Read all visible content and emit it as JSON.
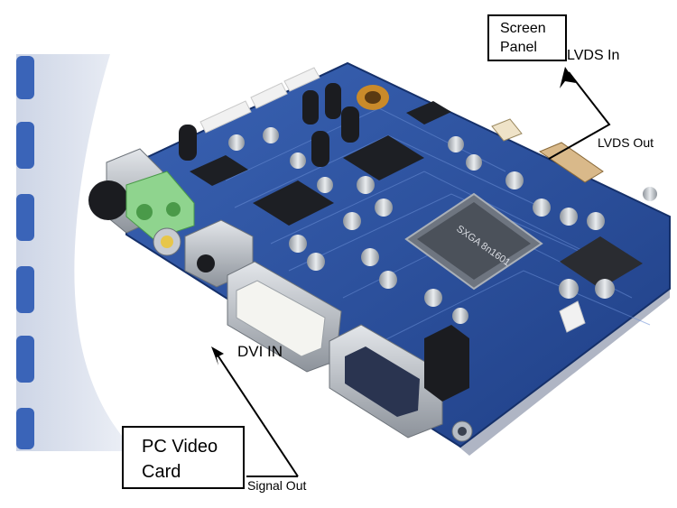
{
  "labels": {
    "screen_panel_line1": "Screen",
    "screen_panel_line2": "Panel",
    "lvds_in": "LVDS In",
    "lvds_out": "LVDS Out",
    "dvi_in": "DVI IN",
    "pc_video_card_line1": "PC Video",
    "pc_video_card_line2": "Card",
    "signal_out": "Signal Out"
  },
  "board_chip_text": "SXGA 8n1601",
  "colors": {
    "board_blue": "#2b4f9c",
    "panel_gray": "#dfe4ee",
    "side_tab_blue": "#3a64b8",
    "connector_green": "#8fd48e",
    "text": "#000000"
  }
}
